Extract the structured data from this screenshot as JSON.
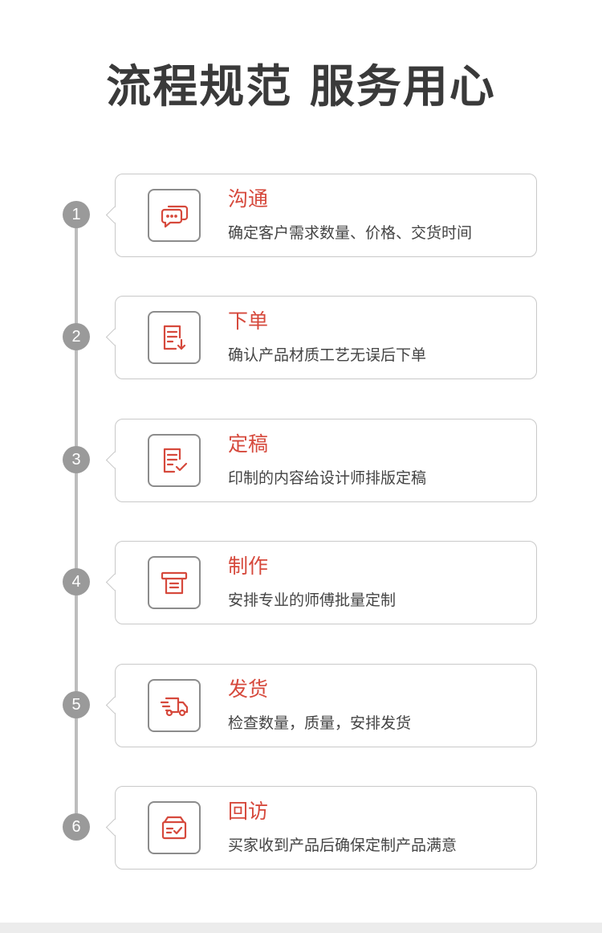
{
  "header": {
    "title": "流程规范 服务用心"
  },
  "steps": [
    {
      "number": "1",
      "title": "沟通",
      "desc": "确定客户需求数量、价格、交货时间",
      "icon": "chat-bubbles-icon"
    },
    {
      "number": "2",
      "title": "下单",
      "desc": "确认产品材质工艺无误后下单",
      "icon": "order-document-icon"
    },
    {
      "number": "3",
      "title": "定稿",
      "desc": "印制的内容给设计师排版定稿",
      "icon": "approved-document-icon"
    },
    {
      "number": "4",
      "title": "制作",
      "desc": "安排专业的师傅批量定制",
      "icon": "printer-icon"
    },
    {
      "number": "5",
      "title": "发货",
      "desc": "检查数量，质量，安排发货",
      "icon": "delivery-truck-icon"
    },
    {
      "number": "6",
      "title": "回访",
      "desc": "买家收到产品后确保定制产品满意",
      "icon": "box-check-icon"
    }
  ],
  "colors": {
    "accent": "#d6493c",
    "icon_stroke": "#d6493c",
    "dot": "#9a9a9a",
    "border": "#c9c9c9"
  }
}
